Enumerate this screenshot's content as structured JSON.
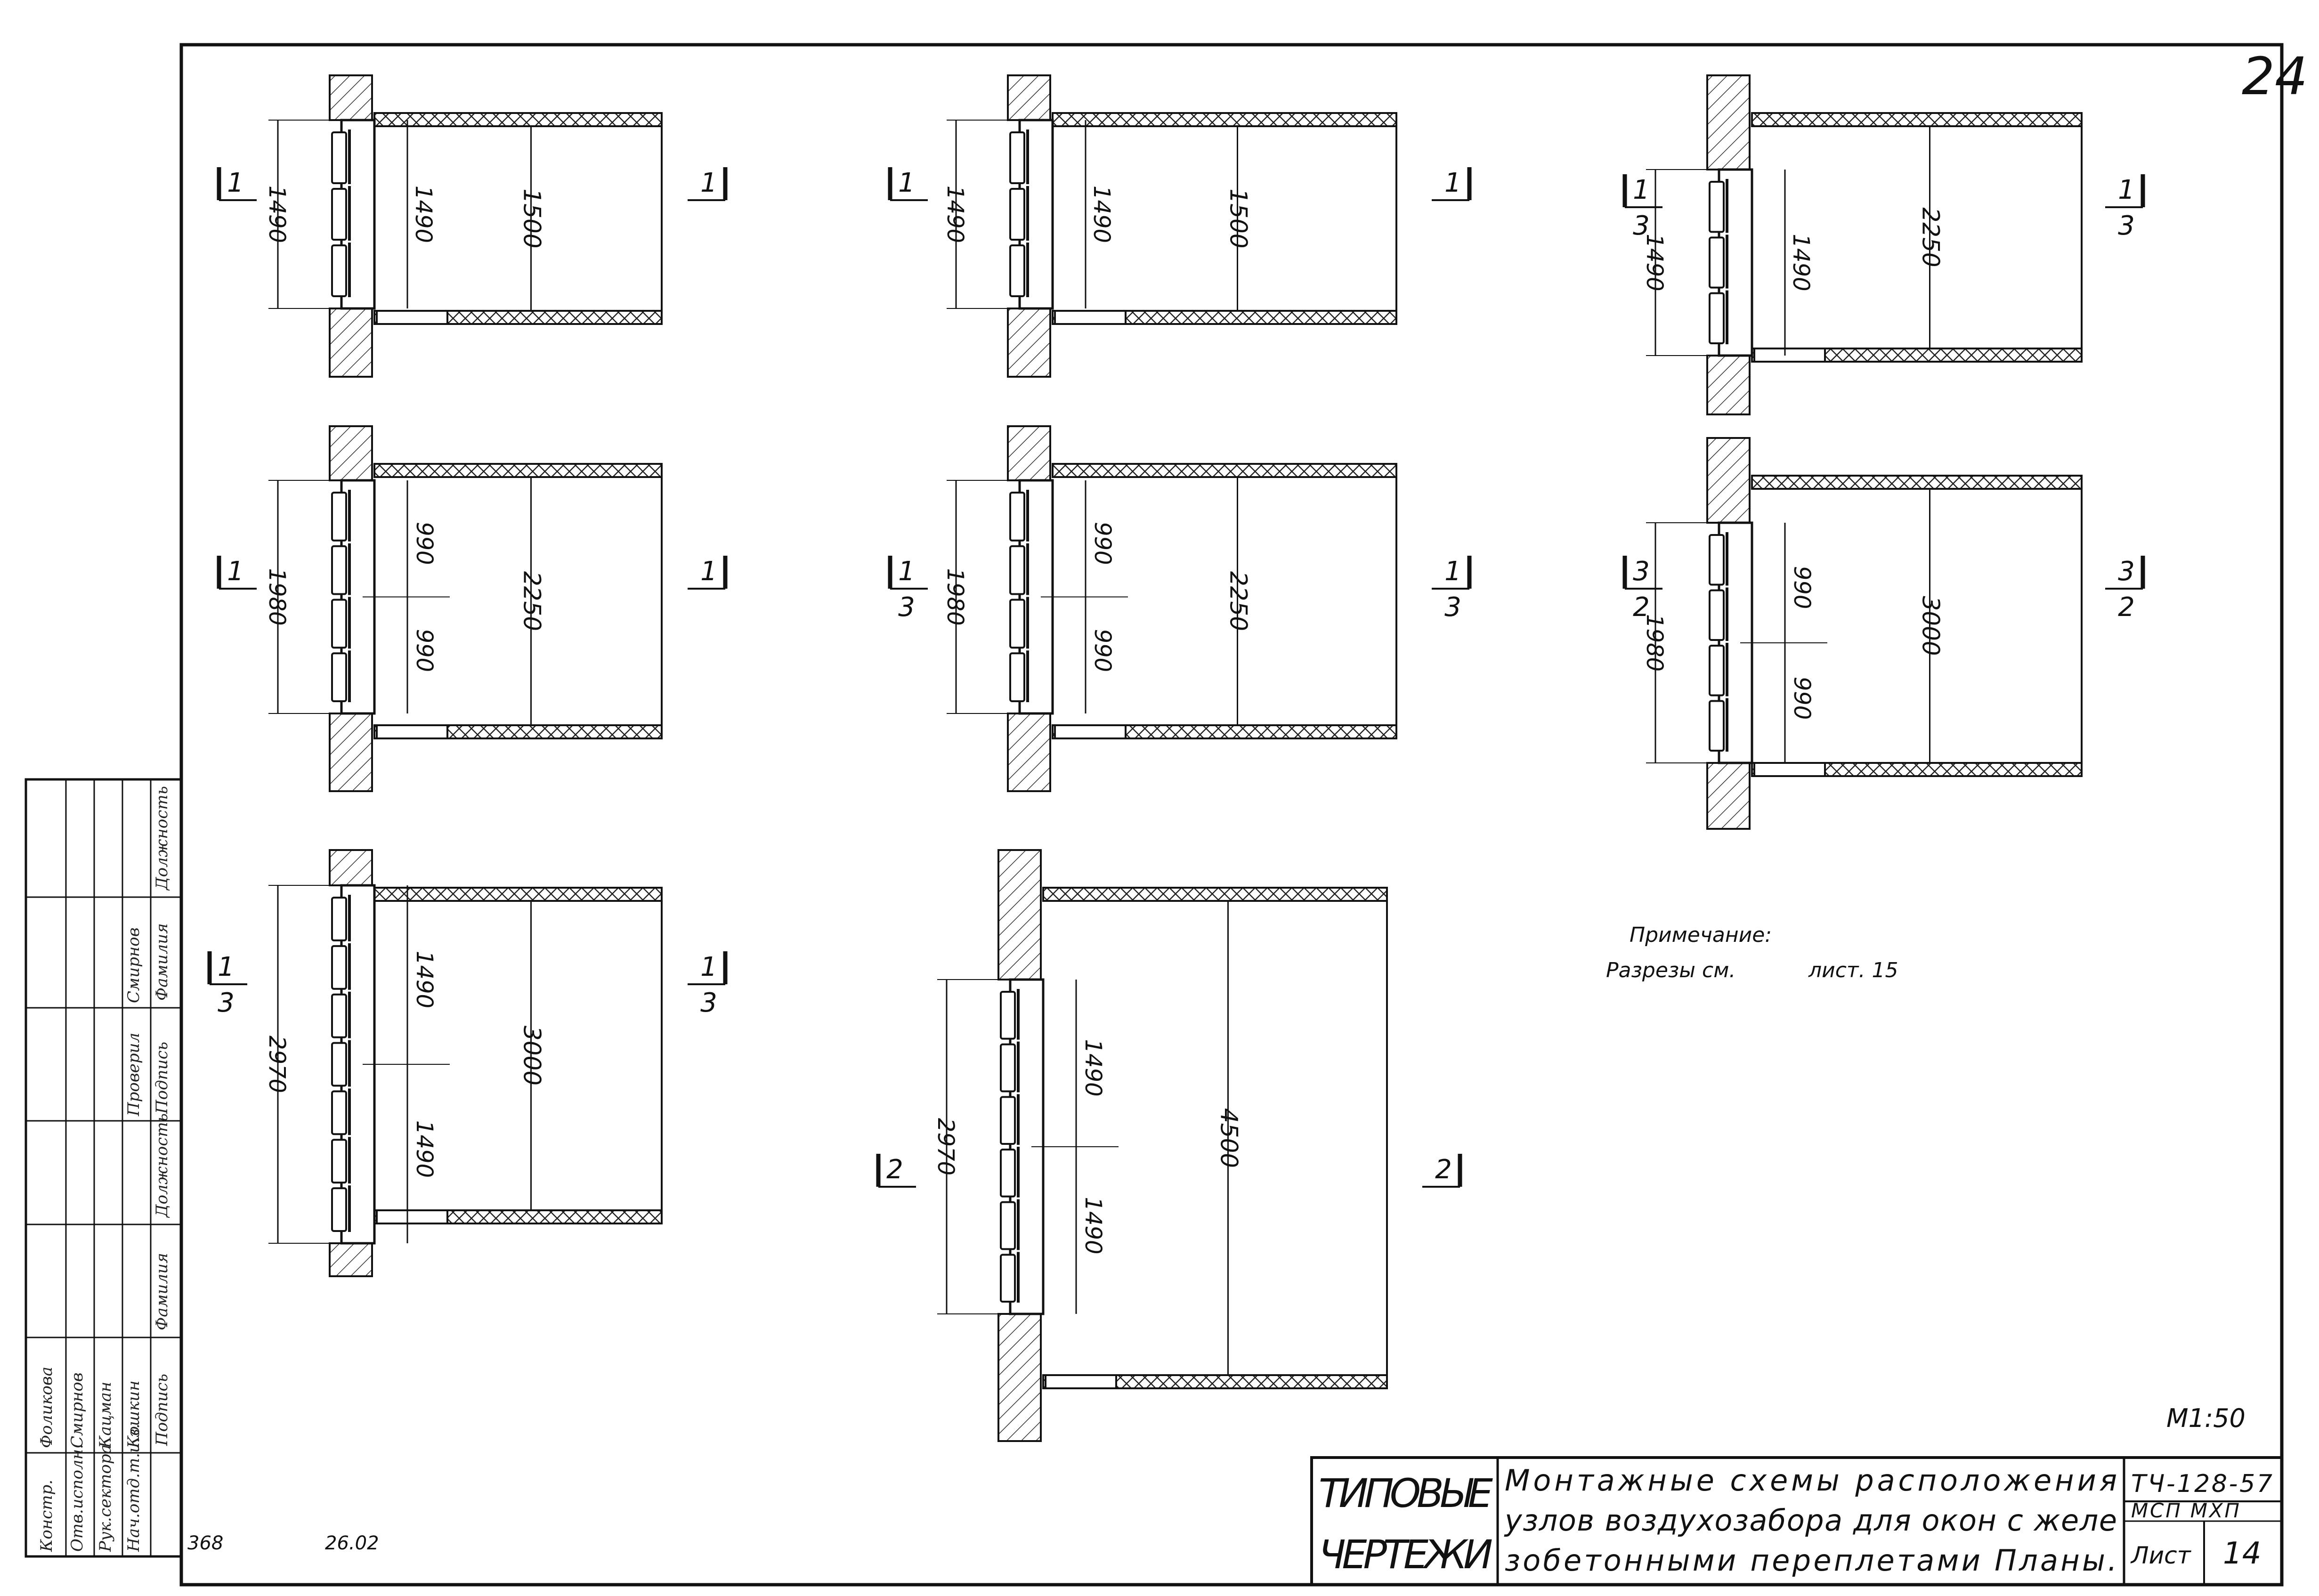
{
  "sheet_number": "24",
  "scale": "М1:50",
  "note": {
    "title": "Примечание:",
    "text": "Разрезы см.",
    "sheet_ref": "лист. 15"
  },
  "plans": [
    {
      "id": "p1",
      "left_mark": "1",
      "left_sub": "",
      "right_mark": "1",
      "right_sub": "",
      "window_height": "1490",
      "opening_height": "1490",
      "panes": [],
      "room_height": "1500"
    },
    {
      "id": "p2",
      "left_mark": "1",
      "left_sub": "",
      "right_mark": "1",
      "right_sub": "",
      "window_height": "1490",
      "opening_height": "1490",
      "panes": [],
      "room_height": "1500"
    },
    {
      "id": "p3",
      "left_mark": "1",
      "left_sub": "3",
      "right_mark": "1",
      "right_sub": "3",
      "window_height": "1490",
      "opening_height": "1490",
      "panes": [],
      "room_height": "2250"
    },
    {
      "id": "p4",
      "left_mark": "1",
      "left_sub": "",
      "right_mark": "1",
      "right_sub": "",
      "window_height": "1980",
      "opening_height": "",
      "panes": [
        "990",
        "990"
      ],
      "room_height": "2250"
    },
    {
      "id": "p5",
      "left_mark": "1",
      "left_sub": "3",
      "right_mark": "1",
      "right_sub": "3",
      "window_height": "1980",
      "opening_height": "",
      "panes": [
        "990",
        "990"
      ],
      "room_height": "2250"
    },
    {
      "id": "p6",
      "left_mark": "3",
      "left_sub": "2",
      "right_mark": "3",
      "right_sub": "2",
      "window_height": "1980",
      "opening_height": "",
      "panes": [
        "990",
        "990"
      ],
      "room_height": "3000"
    },
    {
      "id": "p7",
      "left_mark": "1",
      "left_sub": "3",
      "right_mark": "1",
      "right_sub": "3",
      "window_height": "2970",
      "opening_height": "",
      "panes": [
        "1490",
        "1490"
      ],
      "room_height": "3000"
    },
    {
      "id": "p8",
      "left_mark": "2",
      "left_sub": "",
      "right_mark": "2",
      "right_sub": "",
      "window_height": "2970",
      "opening_height": "",
      "panes": [
        "1490",
        "1490"
      ],
      "room_height": "4500"
    }
  ],
  "title_block": {
    "series_line1": "ТИПОВЫЕ",
    "series_line2": "ЧЕРТЕЖИ",
    "title_line1": "Монтажные схемы расположения",
    "title_line2": "узлов воздухозабора для окон с желе",
    "title_line3": "зобетонными переплетами Планы.",
    "code": "ТЧ-128-57",
    "org": "МСП МХП",
    "sheet_label": "Лист",
    "sheet_value": "14"
  },
  "side_stamp": {
    "headers": [
      "Должность",
      "Фамилия",
      "Подпись",
      "Должность",
      "Фамилия",
      "Подпись"
    ],
    "rows": [
      [
        "Нач.отд.т.и.з.",
        "Кошкин"
      ],
      [
        "Рук.сектора",
        "Кацман"
      ],
      [
        "Отв.исполн.",
        "Смирнов"
      ],
      [
        "Констр.",
        "Фоликова"
      ]
    ],
    "checked_label": "Проверил",
    "checked_name": "Смирнов"
  },
  "margin_notes": {
    "archive_number": "368",
    "date": "26.02"
  }
}
